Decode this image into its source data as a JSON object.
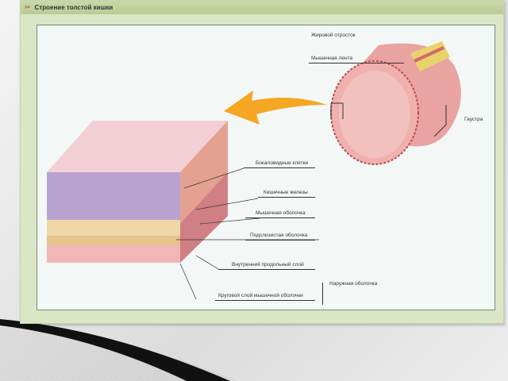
{
  "window": {
    "title": "Строение толстой кишки",
    "icon": "scissors-icon"
  },
  "labels": {
    "fat_appendage": "Жировой отросток",
    "muscle_band": "Мышечная лента",
    "haustra": "Гаустра",
    "goblet_cells": "Бокаловидные клетки",
    "intestinal_glands": "Кишечные железы",
    "muscular_layer": "Мышечная оболочка",
    "submucosa": "Подслизистая оболочка",
    "inner_longitudinal": "Внутренний продольный слой",
    "outer_layer": "Наружная оболочка",
    "circular_layer": "Круговой слой мышечной оболочки"
  },
  "colors": {
    "panel": "#dbe6c6",
    "titlebar": "#c9d8a9",
    "content": "#f3f8f6",
    "arrow": "#f5a623",
    "tissue": "#e8a7a7"
  }
}
